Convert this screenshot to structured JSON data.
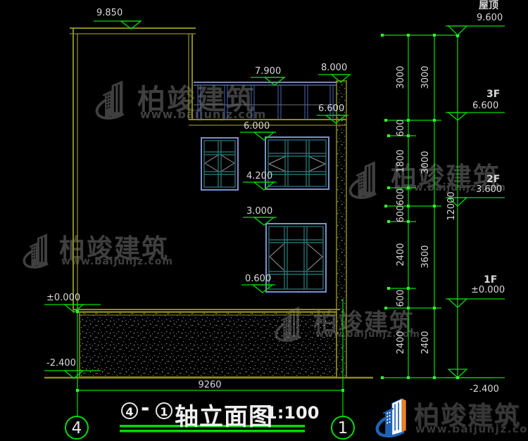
{
  "drawing_title": {
    "axis_start": "4",
    "separator": "-",
    "axis_end": "1",
    "name": "轴立面图",
    "scale": "1:100"
  },
  "axis_bubbles": {
    "left": "4",
    "right": "1"
  },
  "bottom_dimension": "9260",
  "left_markers": [
    "9.850",
    "7.900",
    "8.000",
    "6.600",
    "6.000",
    "4.200",
    "3.000",
    "0.600",
    "±0.000",
    "-2.400"
  ],
  "right_markers": [
    {
      "floor": "屋顶",
      "elev": "9.600"
    },
    {
      "floor": "3F",
      "elev": "6.600"
    },
    {
      "floor": "2F",
      "elev": "3.600"
    },
    {
      "floor": "1F",
      "elev": "±0.000"
    },
    {
      "floor": "",
      "elev": "-2.400"
    }
  ],
  "dim_chain_inner": [
    "3000",
    "600",
    "1800",
    "600",
    "600",
    "2400",
    "600",
    "2400"
  ],
  "dim_chain_middle": [
    "3000",
    "3000",
    "3600",
    "2400"
  ],
  "dim_overall": "12000",
  "watermark": {
    "company": "柏竣建筑",
    "website": "www.baijunjz.com"
  },
  "brand_footer": {
    "company": "柏竣建筑",
    "website": "www.baijunjz.com"
  },
  "colors": {
    "line_green": "#00dc00",
    "wall_olive": "#8c8c1c",
    "window_blue": "#7b90cc",
    "window_teal": "#2e7f7f",
    "railing_blue": "#5a74c8",
    "text_white": "#d9d9d9",
    "watermark_gray": "#3f3f3f",
    "brand_blue": "#1e63b4",
    "brand_orange": "#f08020"
  }
}
